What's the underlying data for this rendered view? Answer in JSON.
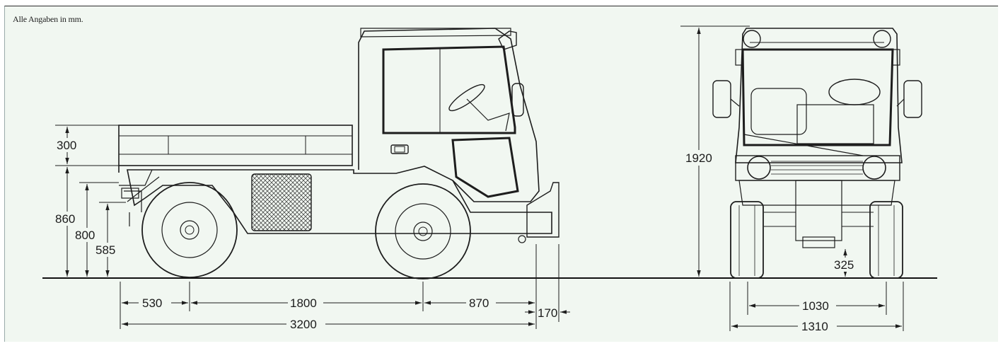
{
  "note": "Alle Angaben in mm.",
  "dimensions": {
    "bed_height": "300",
    "bed_floor_height": "860",
    "hitch_upper": "800",
    "hitch_lower": "585",
    "rear_overhang": "530",
    "wheelbase": "1800",
    "front_overhang": "870",
    "front_attachment": "170",
    "overall_length": "3200",
    "overall_height": "1920",
    "ground_clearance": "325",
    "track_width": "1030",
    "overall_width": "1310"
  },
  "colors": {
    "paper": "#f1f7f1",
    "ink": "#1d1d1d"
  }
}
